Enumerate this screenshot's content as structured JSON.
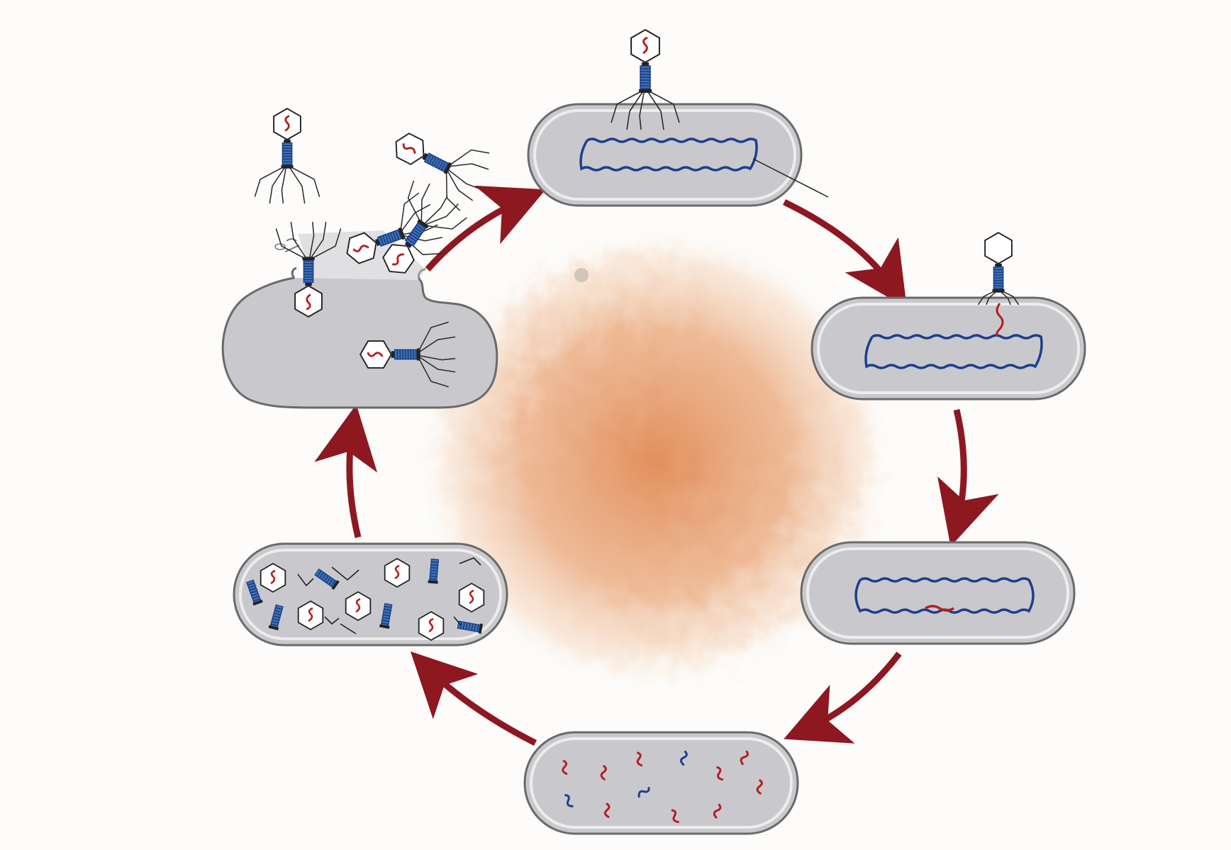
{
  "diagram": {
    "type": "lytic-cycle",
    "stages": [
      {
        "index": 1,
        "state": "attachment"
      },
      {
        "index": 2,
        "state": "dna-injection"
      },
      {
        "index": 3,
        "state": "host-dna-breakdown"
      },
      {
        "index": 4,
        "state": "phage-dna-replication"
      },
      {
        "index": 5,
        "state": "phage-part-synthesis"
      },
      {
        "index": 6,
        "state": "lysis-and-release"
      }
    ],
    "arrow_direction": "clockwise",
    "colors": {
      "cell_fill": "#c9c9cd",
      "cell_outline": "#6a6a6a",
      "arrow": "#8e1820",
      "bacterial_dna": "#1c3f8f",
      "phage_dna": "#b3201e",
      "phage_tail": "#3a72b8",
      "phage_fibers": "#2a2a2a",
      "stain": "#e3a070"
    },
    "icons": {
      "phage": "phage-icon",
      "bacterium": "bacterium-cell",
      "arrow": "cycle-arrow",
      "dna_loop": "bacterial-dna-loop",
      "dna_fragment": "dna-fragment",
      "capsid": "capsid-icon",
      "tail": "tail-icon",
      "fiber": "tail-fiber"
    }
  }
}
